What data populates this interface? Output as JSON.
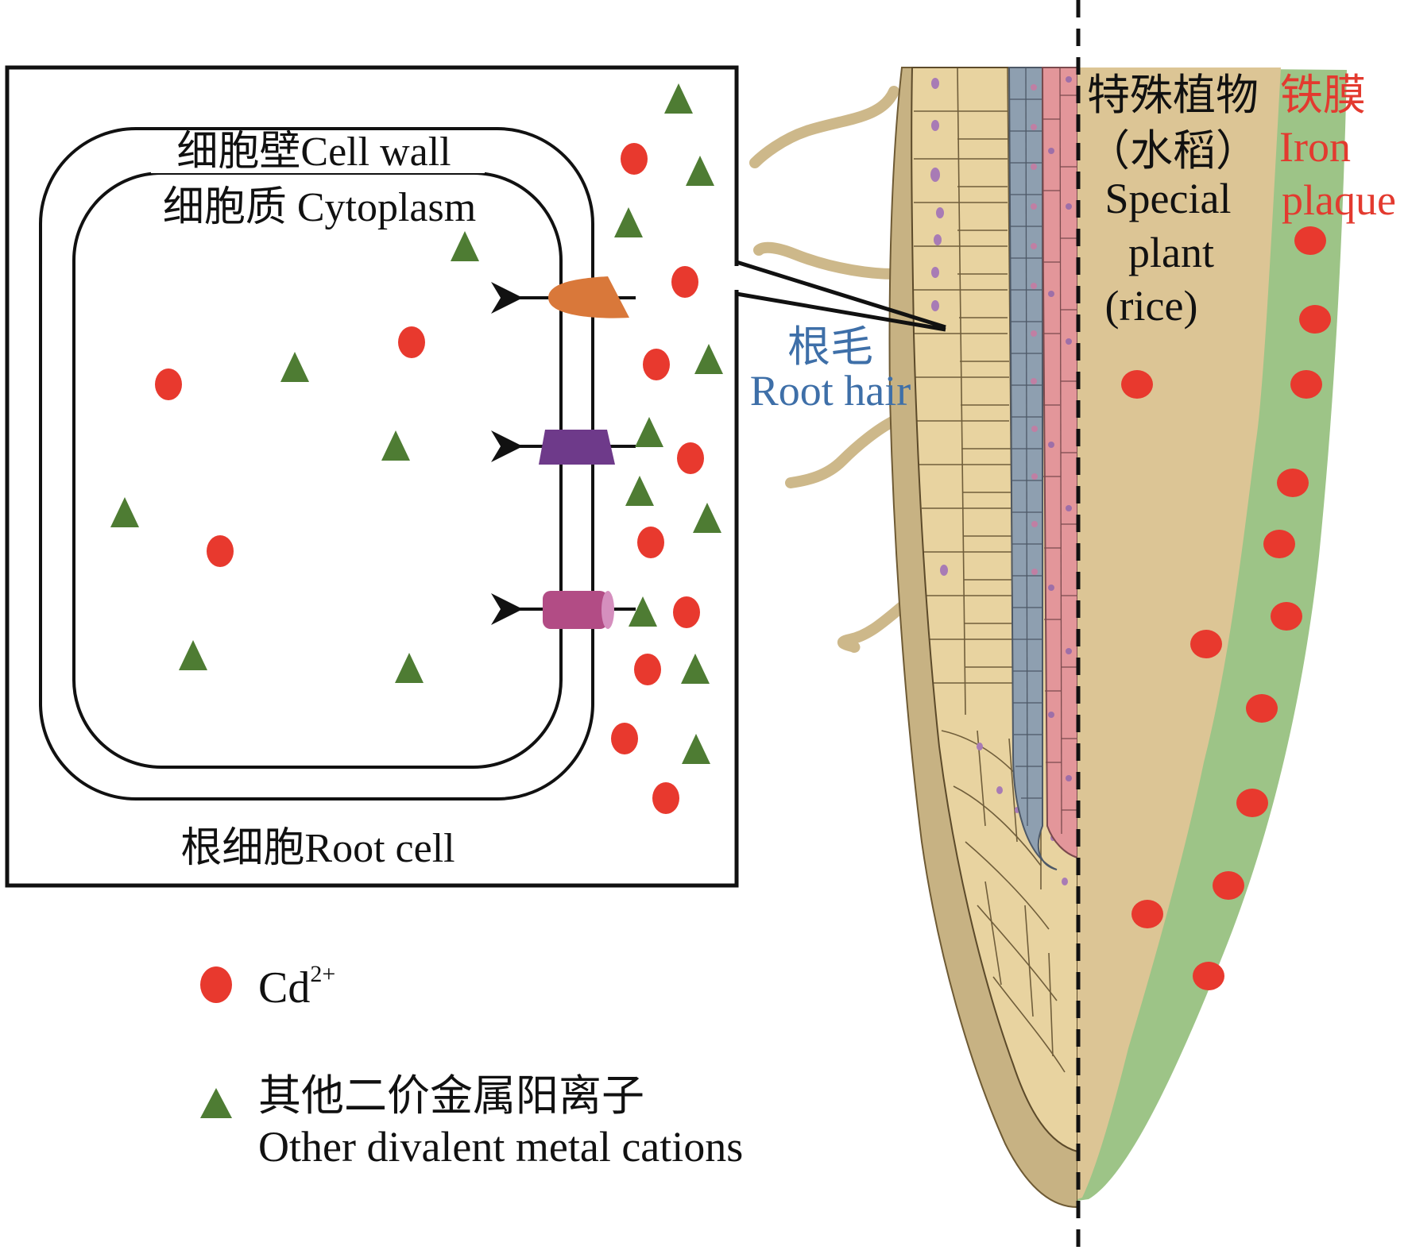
{
  "colors": {
    "cd_ion": "#E8392E",
    "other_cation": "#4E7C33",
    "transporter_orange": "#D9783A",
    "transporter_purple": "#6E3A8A",
    "transporter_pink": "#B24C85",
    "root_tissue": "#E8D3A0",
    "root_outer": "#C9B486",
    "stele_blue": "#8E9FB0",
    "stele_pink": "#E3969A",
    "iron_plaque": "#9DC487",
    "root_hair_label": "#3E6FA8",
    "iron_plaque_label": "#E33A2F"
  },
  "cell_panel": {
    "cell_wall_label": "细胞壁Cell wall",
    "cytoplasm_label": "细胞质 Cytoplasm",
    "root_cell_label": "根细胞Root cell"
  },
  "root_panel": {
    "root_hair_cn": "根毛",
    "root_hair_en": "Root hair",
    "special_plant_lines": [
      "特殊植物",
      "（水稻）",
      "Special",
      "plant",
      "(rice)"
    ],
    "iron_plaque_lines": [
      "铁膜",
      "Iron",
      "plaque"
    ]
  },
  "legend": {
    "cd_label": "Cd",
    "cd_superscript": "2+",
    "other_cn": "其他二价金属阳离子",
    "other_en": "Other divalent metal cations"
  },
  "particles": {
    "cd_inside_cell": 3,
    "other_inside_cell": 6,
    "cd_outside_cell": 9,
    "other_outside_cell": 10,
    "cd_in_rice_root": 13
  }
}
